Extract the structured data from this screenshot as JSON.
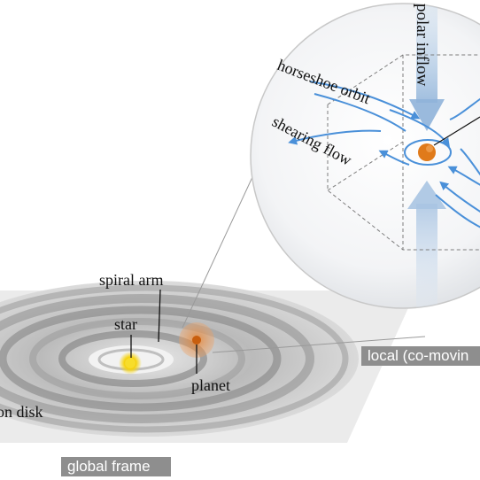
{
  "labels": {
    "spiral_arm": "spiral arm",
    "star": "star",
    "planet": "planet",
    "disk": "on disk",
    "global_frame": "global frame",
    "local_frame": "local (co-movin",
    "polar_inflow": "polar inflow",
    "horseshoe_orbit": "horseshoe orbit",
    "shearing_flow": "shearing flow"
  },
  "colors": {
    "flow_blue": "#4a90d9",
    "planet_orange": "#e07a1a",
    "star_yellow": "#f5d20a",
    "frame_box": "#8e8e8e"
  }
}
